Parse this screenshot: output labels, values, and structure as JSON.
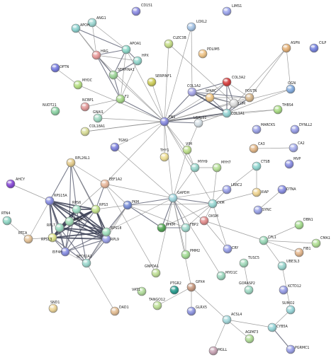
{
  "nodes": [
    {
      "id": "CD151",
      "label": "CD151",
      "color": "#8f8fe3"
    },
    {
      "id": "ANG1",
      "label": "ANG1",
      "color": "#9fd7d2"
    },
    {
      "id": "APOH",
      "label": "APOH",
      "color": "#8fd3d0"
    },
    {
      "id": "LIMS1",
      "label": "LIMS1",
      "color": "#9ea7ec"
    },
    {
      "id": "LOXL2",
      "label": "LOXL2",
      "color": "#a9c6e6"
    },
    {
      "id": "CILP",
      "label": "CILP",
      "color": "#7a86e0"
    },
    {
      "id": "APOA1",
      "label": "APOA1",
      "color": "#8fd8c9"
    },
    {
      "id": "CLEC3B",
      "label": "CLEC3B",
      "color": "#c6dd8a"
    },
    {
      "id": "HRG",
      "label": "HRG",
      "color": "#e79b9b"
    },
    {
      "id": "HPX",
      "label": "HPX",
      "color": "#95d6cc"
    },
    {
      "id": "PDLIM5",
      "label": "PDLIM5",
      "color": "#efc68c"
    },
    {
      "id": "ASPN",
      "label": "ASPN",
      "color": "#e5b37b"
    },
    {
      "id": "OPTN",
      "label": "OPTN",
      "color": "#7a7fe0"
    },
    {
      "id": "SERPINA1",
      "label": "SERPINA1",
      "color": "#9ed49a"
    },
    {
      "id": "SERPINF1",
      "label": "SERPINF1",
      "color": "#cfcf5f"
    },
    {
      "id": "MYOC",
      "label": "MYOC",
      "color": "#b7df86"
    },
    {
      "id": "COL3A2",
      "label": "COL3A2",
      "color": "#d64545"
    },
    {
      "id": "COL1A2",
      "label": "COL1A2",
      "color": "#a9a9e8"
    },
    {
      "id": "OGN",
      "label": "OGN",
      "color": "#86aee0"
    },
    {
      "id": "NCBP1",
      "label": "NCBP1",
      "color": "#e29b9b"
    },
    {
      "id": "F2",
      "label": "F2",
      "color": "#a8d88a"
    },
    {
      "id": "SPARC",
      "label": "SPARC",
      "color": "#efc788"
    },
    {
      "id": "POSTN",
      "label": "POSTN",
      "color": "#d6b890"
    },
    {
      "id": "LUM",
      "label": "LUM",
      "color": "#dddddd"
    },
    {
      "id": "NUDT21",
      "label": "NUDT21",
      "color": "#8fd3a6"
    },
    {
      "id": "GNAI1",
      "label": "GNAI1",
      "color": "#a2d9c2"
    },
    {
      "id": "FN1",
      "label": "FN1",
      "color": "#8b8de0"
    },
    {
      "id": "COL1A1",
      "label": "COL1A1",
      "color": "#95d3d3"
    },
    {
      "id": "THBS4",
      "label": "THBS4",
      "color": "#abdc87"
    },
    {
      "id": "COL18A1",
      "label": "COL18A1",
      "color": "#d9dd9a"
    },
    {
      "id": "LGALS1",
      "label": "LGALS1",
      "color": "#d6e0e6"
    },
    {
      "id": "MARCKS",
      "label": "MARCKS",
      "color": "#9ea4e6"
    },
    {
      "id": "DYNLL2",
      "label": "DYNLL2",
      "color": "#9aa0e6"
    },
    {
      "id": "TGM2",
      "label": "TGM2",
      "color": "#8185dd"
    },
    {
      "id": "VIM",
      "label": "VIM",
      "color": "#bfe08e"
    },
    {
      "id": "THY1",
      "label": "THY1",
      "color": "#efe098"
    },
    {
      "id": "CA3",
      "label": "CA3",
      "color": "#e2b88a"
    },
    {
      "id": "CA2",
      "label": "CA2",
      "color": "#a9b0ec"
    },
    {
      "id": "MYH9",
      "label": "MYH9",
      "color": "#9ad6cc"
    },
    {
      "id": "MYH7",
      "label": "MYH7",
      "color": "#b8e09a"
    },
    {
      "id": "CTSB",
      "label": "CTSB",
      "color": "#93d7d1"
    },
    {
      "id": "MVP",
      "label": "MVP",
      "color": "#8d91e3"
    },
    {
      "id": "AHCY",
      "label": "AHCY",
      "color": "#8b4fd6"
    },
    {
      "id": "RPL26L1",
      "label": "RPL26L1",
      "color": "#e5cd8f"
    },
    {
      "id": "EEF1A2",
      "label": "EEF1A2",
      "color": "#e8b99e"
    },
    {
      "id": "LRRC2",
      "label": "LRRC2",
      "color": "#9da3e8"
    },
    {
      "id": "DTNA",
      "label": "DTNA",
      "color": "#8c91e3"
    },
    {
      "id": "GAPDH",
      "label": "GAPDH",
      "color": "#a2d6de"
    },
    {
      "id": "XIAP",
      "label": "XIAP",
      "color": "#efd594"
    },
    {
      "id": "RPS15A",
      "label": "RPS15A",
      "color": "#8c91e3"
    },
    {
      "id": "RTN4",
      "label": "RTN4",
      "color": "#93d7c6"
    },
    {
      "id": "RPS6",
      "label": "RPS6",
      "color": "#a3dec7"
    },
    {
      "id": "RPS3",
      "label": "RPS3",
      "color": "#c5e38f"
    },
    {
      "id": "RPS8",
      "label": "RPS8",
      "color": "#a3ddb9"
    },
    {
      "id": "PKM",
      "label": "PKM",
      "color": "#7a8fd6"
    },
    {
      "id": "CKM",
      "label": "CKM",
      "color": "#9bd8d4"
    },
    {
      "id": "OXSM",
      "label": "OXSM",
      "color": "#e29090"
    },
    {
      "id": "SYNC",
      "label": "SYNC",
      "color": "#9ca4e6"
    },
    {
      "id": "DBN1",
      "label": "DBN1",
      "color": "#a7dc91"
    },
    {
      "id": "RTCA",
      "label": "RTCA",
      "color": "#e5c49a"
    },
    {
      "id": "RPL9",
      "label": "RPL9",
      "color": "#9da3e8"
    },
    {
      "id": "RPS18",
      "label": "RPS18",
      "color": "#a3dfbf"
    },
    {
      "id": "PFKM",
      "label": "PFKM",
      "color": "#58a85a"
    },
    {
      "id": "FBP2",
      "label": "FBP2",
      "color": "#a3dbcf"
    },
    {
      "id": "CFL1",
      "label": "CFL1",
      "color": "#9cd8b9"
    },
    {
      "id": "CMA1",
      "label": "CMA1",
      "color": "#b3df97"
    },
    {
      "id": "CRY",
      "label": "CRY",
      "color": "#9ba2e8"
    },
    {
      "id": "RPL7",
      "label": "RPL7",
      "color": "#9fdbc3"
    },
    {
      "id": "RPS13",
      "label": "RPS13",
      "color": "#dfe58f"
    },
    {
      "id": "FIB1",
      "label": "FIB1",
      "color": "#e3b78f"
    },
    {
      "id": "EIF4H",
      "label": "EIF4H",
      "color": "#8b91e3"
    },
    {
      "id": "SEC61A1",
      "label": "SEC61A1",
      "color": "#9ed8ce"
    },
    {
      "id": "PMM2",
      "label": "PMM2",
      "color": "#a5dc97"
    },
    {
      "id": "TUSC5",
      "label": "TUSC5",
      "color": "#a5dabd"
    },
    {
      "id": "UBE3L3",
      "label": "UBE3L3",
      "color": "#9dd6cf"
    },
    {
      "id": "GNPDA1",
      "label": "GNPDA1",
      "color": "#c0de98"
    },
    {
      "id": "MYO1C",
      "label": "MYO1C",
      "color": "#9fd8c0"
    },
    {
      "id": "VAT1",
      "label": "VAT1",
      "color": "#b4dd9f"
    },
    {
      "id": "PTGR2",
      "label": "PTGR2",
      "color": "#2f9f92"
    },
    {
      "id": "GORASP2",
      "label": "GORASP2",
      "color": "#a3dac6"
    },
    {
      "id": "KCTD12",
      "label": "KCTD12",
      "color": "#9aa0e6"
    },
    {
      "id": "SUMO2",
      "label": "SUMO2",
      "color": "#9ad6d9"
    },
    {
      "id": "GPX4",
      "label": "GPX4",
      "color": "#c89c84"
    },
    {
      "id": "TANGO12",
      "label": "TANGO12",
      "color": "#bfe09a"
    },
    {
      "id": "GLRX5",
      "label": "GLRX5",
      "color": "#9198e0"
    },
    {
      "id": "SND1",
      "label": "SND1",
      "color": "#eed69a"
    },
    {
      "id": "DAD1",
      "label": "DAD1",
      "color": "#e4bf96"
    },
    {
      "id": "ACSL4",
      "label": "ACSL4",
      "color": "#a7d9dc"
    },
    {
      "id": "CYB5A",
      "label": "CYB5A",
      "color": "#9ad6d9"
    },
    {
      "id": "AGPAT3",
      "label": "AGPAT3",
      "color": "#b3dd9a"
    },
    {
      "id": "MGLL",
      "label": "MGLL",
      "color": "#c9a6b6"
    },
    {
      "id": "PGRMC1",
      "label": "PGRMC1",
      "color": "#9da3e8"
    }
  ]
}
